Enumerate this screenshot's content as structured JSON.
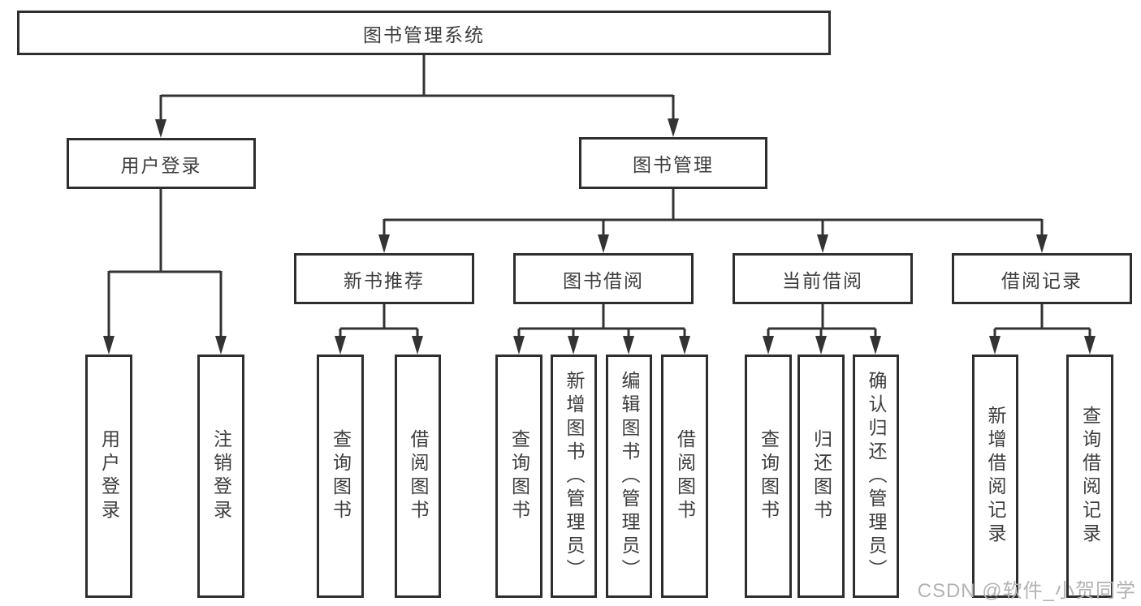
{
  "nodes": {
    "root": "图书管理系统",
    "level2": [
      "用户登录",
      "图书管理"
    ],
    "level3": [
      "新书推荐",
      "图书借阅",
      "当前借阅",
      "借阅记录"
    ],
    "leaves_user_login": [
      "用户登录",
      "注销登录"
    ],
    "leaves_new_book": [
      "查询图书",
      "借阅图书"
    ],
    "leaves_book_borrow": [
      "查询图书",
      "新增图书（管理员）",
      "编辑图书（管理员）",
      "借阅图书"
    ],
    "leaves_current_borrow": [
      "查询图书",
      "归还图书",
      "确认归还（管理员）"
    ],
    "leaves_borrow_record": [
      "新增借阅记录",
      "查询借阅记录"
    ]
  },
  "watermark": "CSDN @软件_小贺同学",
  "colors": {
    "line": "#333333",
    "box_border": "#2e2e2e",
    "text": "#3d3d3d",
    "watermark": "#b3b3b3",
    "background": "#ffffff"
  }
}
